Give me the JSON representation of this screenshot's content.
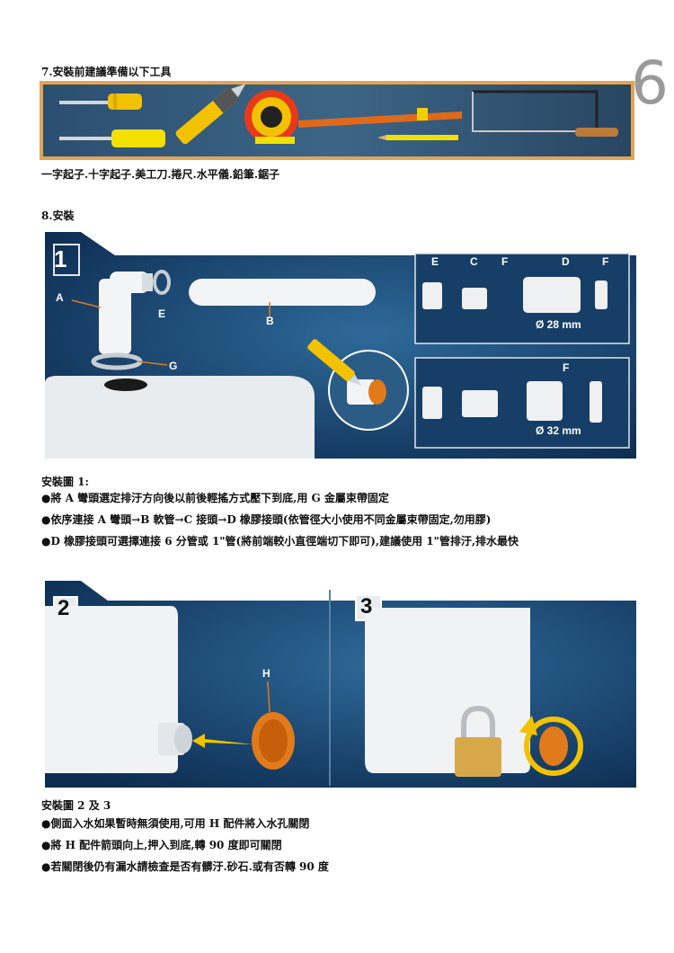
{
  "page_number": "6",
  "section7": {
    "heading": "7.安裝前建議準備以下工具",
    "tools_caption": "一字起子.十字起子.美工刀.捲尺.水平儀.鉛筆.鋸子"
  },
  "section8": {
    "heading": "8.安裝"
  },
  "panel1": {
    "number": "1",
    "labels": {
      "A": "A",
      "B": "B",
      "E": "E",
      "G": "G",
      "C": "C",
      "D": "D",
      "F": "F"
    },
    "dim_28": "Ø 28 mm",
    "dim_32": "Ø 32 mm"
  },
  "fig1": {
    "title": "安裝圖 1:",
    "bullets": [
      "●將 A 彎頭選定排汙方向後以前後輕搖方式壓下到底,用 G 金屬束帶固定",
      "●依序連接 A 彎頭→B 軟管→C 接頭→D 橡膠接頭(依管徑大小使用不同金屬束帶固定,勿用膠)",
      "●D 橡膠接頭可選擇連接 6 分管或 1\"管(將前端較小直徑端切下即可),建議使用 1\"管排汙,排水最快"
    ]
  },
  "panel2": {
    "number": "2",
    "label_H": "H"
  },
  "panel3": {
    "number": "3"
  },
  "fig23": {
    "title": "安裝圖 2 及 3",
    "bullets": [
      "●側面入水如果暫時無須使用,可用 H 配件將入水孔關閉",
      "●將 H 配件箭頭向上,押入到底,轉 90 度即可關閉",
      "●若關閉後仍有漏水請檢查是否有髒汙.砂石.或有否轉 90 度"
    ]
  },
  "colors": {
    "panel_navy": "#0e2d52",
    "panel_light": "#2e6a9a",
    "orange": "#e07a1a",
    "yellow": "#f2c200"
  }
}
